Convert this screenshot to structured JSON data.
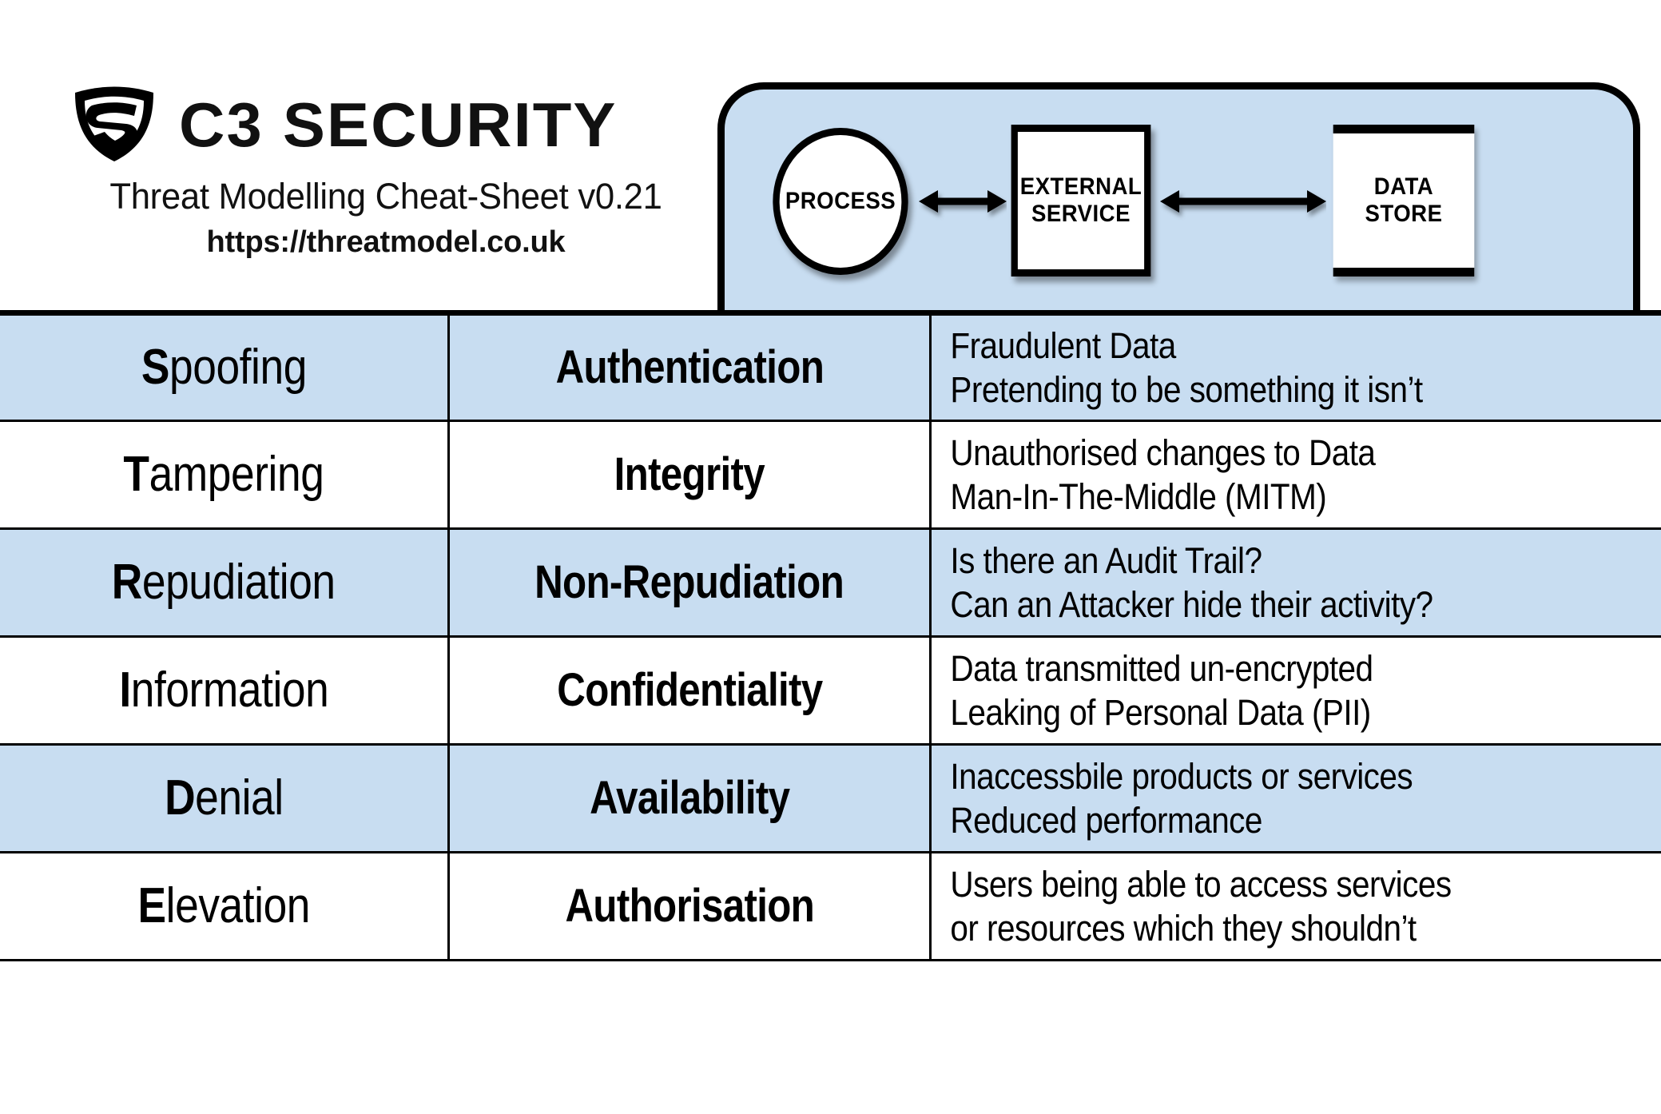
{
  "brand": {
    "logo_icon": "shield-logo-icon",
    "wordmark": "C3 SECURITY",
    "subtitle": "Threat Modelling Cheat-Sheet v0.21",
    "url": "https://threatmodel.co.uk"
  },
  "diagram": {
    "title": "data-flow-diagram",
    "nodes": [
      {
        "id": "process",
        "label": "PROCESS",
        "shape": "circle"
      },
      {
        "id": "external-service",
        "label": "EXTERNAL\nSERVICE",
        "label_line1": "EXTERNAL",
        "label_line2": "SERVICE",
        "shape": "rectangle"
      },
      {
        "id": "data-store",
        "label": "DATA STORE",
        "shape": "open-rectangle"
      }
    ],
    "arrows": [
      {
        "id": "arrow-1",
        "from": "process",
        "to": "external-service",
        "direction": "bidirectional"
      },
      {
        "id": "arrow-2",
        "from": "external-service",
        "to": "data-store",
        "direction": "bidirectional"
      }
    ]
  },
  "colors": {
    "banner_blue": "#c8ddf1",
    "row_blue": "#c8ddf1",
    "ink": "#000000",
    "background": "#ffffff"
  },
  "table": {
    "columns": [
      "threat",
      "property",
      "description"
    ],
    "rows": [
      {
        "lead": "S",
        "rest": "poofing",
        "property": "Authentication",
        "desc_line1": "Fraudulent Data",
        "desc_line2": "Pretending to be something it isn’t",
        "shaded": true
      },
      {
        "lead": "T",
        "rest": "ampering",
        "property": "Integrity",
        "desc_line1": "Unauthorised changes to Data",
        "desc_line2": "Man-In-The-Middle (MITM)",
        "shaded": false
      },
      {
        "lead": "R",
        "rest": "epudiation",
        "property": "Non-Repudiation",
        "desc_line1": "Is there an Audit Trail?",
        "desc_line2": "Can an Attacker hide their activity?",
        "shaded": true
      },
      {
        "lead": "I",
        "rest": "nformation",
        "property": "Confidentiality",
        "desc_line1": "Data transmitted un-encrypted",
        "desc_line2": "Leaking of Personal Data (PII)",
        "shaded": false
      },
      {
        "lead": "D",
        "rest": "enial",
        "property": "Availability",
        "desc_line1": "Inaccessbile products or services",
        "desc_line2": "Reduced performance",
        "shaded": true
      },
      {
        "lead": "E",
        "rest": "levation",
        "property": "Authorisation",
        "desc_line1": "Users being able to access services",
        "desc_line2": "or resources which they shouldn’t",
        "shaded": false
      }
    ]
  }
}
